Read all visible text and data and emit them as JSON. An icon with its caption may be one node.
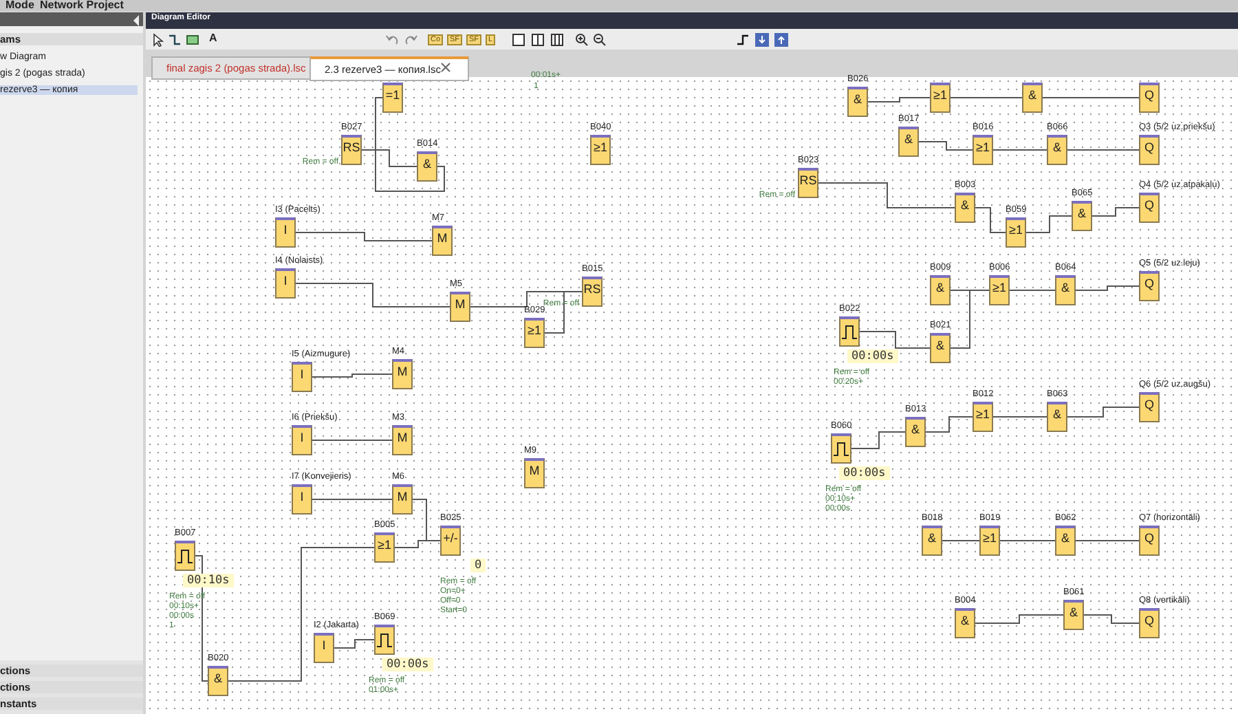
{
  "diagram": {
    "nodes": [
      {
        "text": [
          "=1"
        ]
      },
      {
        "text": [
          "B027",
          "RS"
        ],
        "beside": [
          "Rem = off"
        ]
      },
      {
        "text": [
          "B014",
          "&"
        ]
      },
      {
        "text": [
          "B040",
          "≥1"
        ]
      },
      {
        "text": [
          "I3 (Pacelts)",
          "I"
        ]
      },
      {
        "text": [
          "I4 (Nolaists)",
          "I"
        ]
      },
      {
        "text": [
          "M7",
          "M"
        ]
      },
      {
        "text": [
          "M5",
          "M"
        ]
      },
      {
        "text": [
          "B015",
          "RS"
        ],
        "beside": [
          "Rem = off"
        ]
      },
      {
        "text": [
          "B029",
          "≥1"
        ]
      },
      {
        "text": [
          "I5 (Aizmugure)",
          "I"
        ]
      },
      {
        "text": [
          "M4",
          "M"
        ]
      },
      {
        "text": [
          "B026",
          "&"
        ]
      },
      {
        "text": [
          "≥1"
        ]
      },
      {
        "text": [
          "&"
        ]
      },
      {
        "text": [
          "Q"
        ]
      },
      {
        "text": [
          "B017",
          "&"
        ]
      },
      {
        "text": [
          "B016",
          "≥1"
        ]
      },
      {
        "text": [
          "B066",
          "&"
        ]
      },
      {
        "text": [
          "Q3 (5/2 uz.priekšu)",
          "Q"
        ]
      },
      {
        "text": [
          "B023",
          "RS"
        ],
        "beside": [
          "Rem = off"
        ]
      },
      {
        "text": [
          "B003",
          "&"
        ]
      },
      {
        "text": [
          "B059",
          "≥1"
        ]
      },
      {
        "text": [
          "B065",
          "&"
        ]
      },
      {
        "text": [
          "Q4 (5/2 uz.atpakaļu)",
          "Q"
        ]
      },
      {
        "text": [
          "B009",
          "&"
        ]
      },
      {
        "text": [
          "B006",
          "≥1"
        ]
      },
      {
        "text": [
          "B064",
          "&"
        ]
      },
      {
        "text": [
          "Q5 (5/2 uz.leju)",
          "Q"
        ]
      },
      {
        "text": [
          "B022",
          "00:00s"
        ],
        "beside": [
          "Rem = off",
          "00:20s+"
        ]
      },
      {
        "text": [
          "B021",
          "&"
        ]
      },
      {
        "text": [
          "Q6 (5/2 uz.augšu)",
          "Q"
        ]
      },
      {
        "text": [
          "B012",
          "≥1"
        ]
      },
      {
        "text": [
          "B063",
          "&"
        ]
      },
      {
        "text": [
          "B013",
          "&"
        ]
      },
      {
        "text": [
          "B060",
          "00:00s"
        ],
        "beside": [
          "Rem = off",
          "00:10s+",
          "00:00s"
        ]
      },
      {
        "text": [
          "B018",
          "&"
        ]
      },
      {
        "text": [
          "B019",
          "≥1"
        ]
      },
      {
        "text": [
          "B062",
          "&"
        ]
      },
      {
        "text": [
          "Q7 (horizontāli)",
          "Q"
        ]
      },
      {
        "text": [
          "B004",
          "&"
        ]
      },
      {
        "text": [
          "B061",
          "&"
        ]
      },
      {
        "text": [
          "Q8 (vertikāli)",
          "Q"
        ]
      },
      {
        "text": [
          "I6 (Priekšu)",
          "I"
        ]
      },
      {
        "text": [
          "M3",
          "M"
        ]
      },
      {
        "text": [
          "M9",
          "M"
        ]
      },
      {
        "text": [
          "I7 (Konvejieris)",
          "I"
        ]
      },
      {
        "text": [
          "M6",
          "M"
        ]
      },
      {
        "text": [
          "B005",
          "≥1"
        ]
      },
      {
        "text": [
          "B025",
          "+/-",
          "0"
        ],
        "beside": [
          "Rem = off",
          "On=0+",
          "Off=0",
          "Start=0"
        ]
      },
      {
        "text": [
          "B007",
          "00:10s"
        ],
        "beside": [
          "Rem = off",
          "00:10s+",
          "00:00s",
          "1"
        ]
      },
      {
        "text": [
          "I2 (Jakarta)",
          "I"
        ]
      },
      {
        "text": [
          "B069",
          "00:00s"
        ],
        "beside": [
          "Rem = off",
          "01:00s+"
        ]
      },
      {
        "text": [
          "B020",
          "&"
        ]
      }
    ],
    "edges": [
      {
        "from": 2,
        "to": 0,
        "arrow": "none"
      },
      {
        "from": 1,
        "to": 2,
        "arrow": "none"
      },
      {
        "from": 4,
        "to": 6,
        "arrow": "none"
      },
      {
        "from": 5,
        "to": 7,
        "arrow": "none"
      },
      {
        "from": 7,
        "to": 8,
        "arrow": "none"
      },
      {
        "from": 9,
        "to": 8,
        "arrow": "none"
      },
      {
        "from": 10,
        "to": 11,
        "arrow": "none"
      },
      {
        "from": 12,
        "to": 13,
        "arrow": "none"
      },
      {
        "from": 13,
        "to": 14,
        "arrow": "none"
      },
      {
        "from": 14,
        "to": 15,
        "arrow": "none"
      },
      {
        "from": 16,
        "to": 17,
        "arrow": "none"
      },
      {
        "from": 17,
        "to": 18,
        "arrow": "none"
      },
      {
        "from": 18,
        "to": 19,
        "arrow": "none"
      },
      {
        "from": 20,
        "to": 21,
        "arrow": "none"
      },
      {
        "from": 21,
        "to": 22,
        "arrow": "none"
      },
      {
        "from": 22,
        "to": 23,
        "arrow": "none"
      },
      {
        "from": 23,
        "to": 24,
        "arrow": "none"
      },
      {
        "from": 25,
        "to": 26,
        "arrow": "none"
      },
      {
        "from": 30,
        "to": 26,
        "arrow": "none"
      },
      {
        "from": 26,
        "to": 27,
        "arrow": "none"
      },
      {
        "from": 27,
        "to": 28,
        "arrow": "none"
      },
      {
        "from": 29,
        "to": 30,
        "arrow": "none"
      },
      {
        "from": 35,
        "to": 34,
        "arrow": "none"
      },
      {
        "from": 34,
        "to": 32,
        "arrow": "none"
      },
      {
        "from": 32,
        "to": 33,
        "arrow": "none"
      },
      {
        "from": 33,
        "to": 31,
        "arrow": "none"
      },
      {
        "from": 36,
        "to": 37,
        "arrow": "none"
      },
      {
        "from": 37,
        "to": 38,
        "arrow": "none"
      },
      {
        "from": 38,
        "to": 39,
        "arrow": "none"
      },
      {
        "from": 40,
        "to": 41,
        "arrow": "none"
      },
      {
        "from": 41,
        "to": 42,
        "arrow": "none"
      },
      {
        "from": 43,
        "to": 44,
        "arrow": "none"
      },
      {
        "from": 46,
        "to": 47,
        "arrow": "none"
      },
      {
        "from": 47,
        "to": 49,
        "arrow": "none"
      },
      {
        "from": 48,
        "to": 49,
        "arrow": "none"
      },
      {
        "from": 50,
        "to": 53,
        "arrow": "none"
      },
      {
        "from": 53,
        "to": 48,
        "arrow": "none"
      },
      {
        "from": 51,
        "to": 52,
        "arrow": "none"
      }
    ],
    "labels": [
      "Mode",
      "Network Project",
      "Diagram Editor",
      "ams",
      "A",
      "Co",
      "SF",
      "SF",
      "L",
      "w Diagram",
      "gis 2 (pogas strada)",
      "rezerve3 — копия",
      "final zagis 2 (pogas strada).lsc",
      "2.3 rezerve3 — копия.lsc",
      "ctions",
      "ctions",
      "nstants",
      "00:01s+",
      "1"
    ]
  }
}
